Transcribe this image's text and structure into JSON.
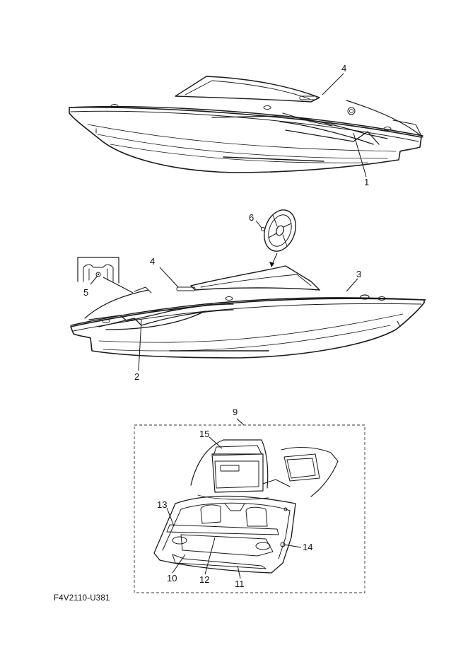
{
  "callouts": {
    "c1": "1",
    "c2": "2",
    "c3": "3",
    "c4a": "4",
    "c4b": "4",
    "c5": "5",
    "c6": "6",
    "c9": "9",
    "c10": "10",
    "c11": "11",
    "c12": "12",
    "c13": "13",
    "c14": "14",
    "c15": "15"
  },
  "drawing_code": "F4V2110-U381"
}
